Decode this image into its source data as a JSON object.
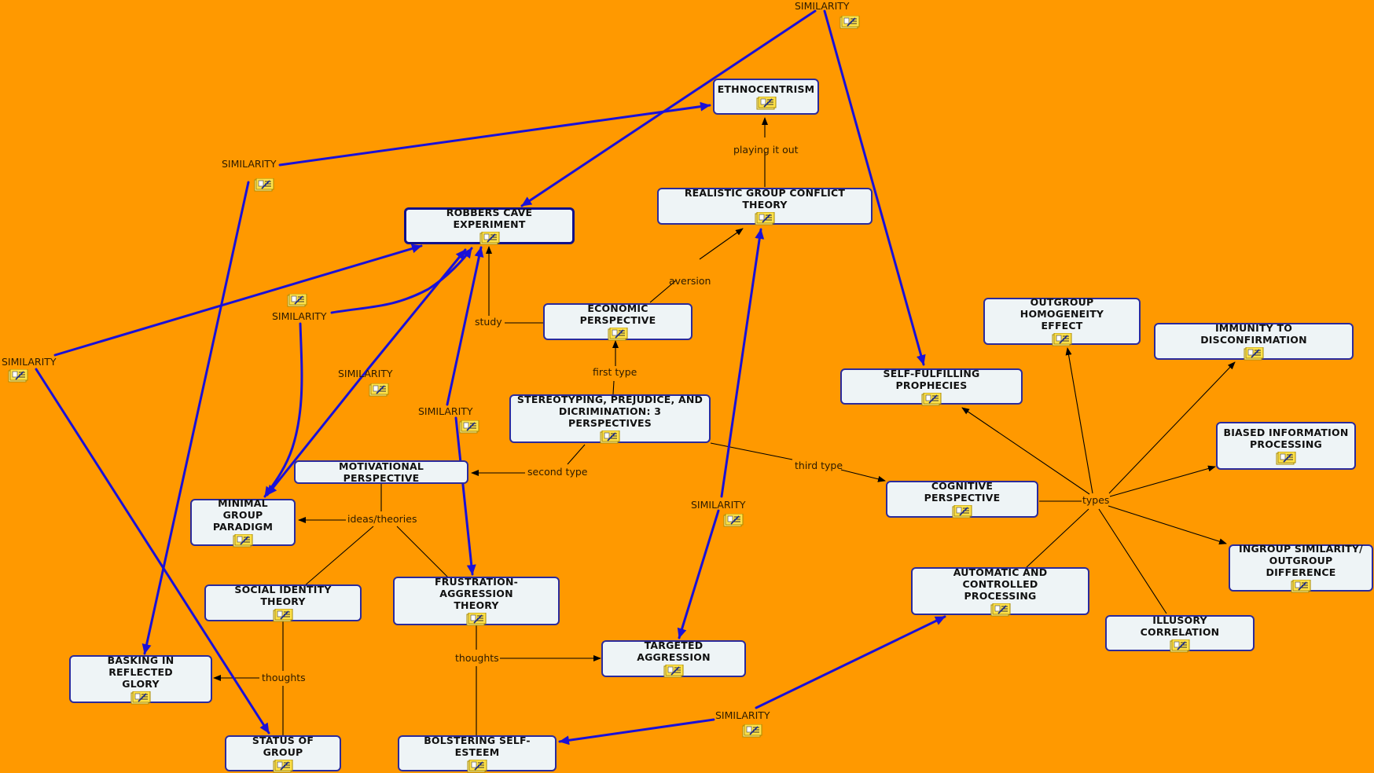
{
  "nodes": {
    "ethnocentrism": "ETHNOCENTRISM",
    "robbers_cave": "ROBBERS CAVE EXPERIMENT",
    "realistic_group": "REALISTIC GROUP CONFLICT THEORY",
    "economic": "ECONOMIC PERSPECTIVE",
    "stereotyping_line1": "STEREOTYPING, PREJUDICE, AND",
    "stereotyping_line2": "DICRIMINATION: 3 PERSPECTIVES",
    "motivational": "MOTIVATIONAL PERSPECTIVE",
    "minimal_group_line1": "MINIMAL GROUP",
    "minimal_group_line2": "PARADIGM",
    "social_identity": "SOCIAL IDENTITY THEORY",
    "frustration_line1": "FRUSTRATION-AGGRESSION",
    "frustration_line2": "THEORY",
    "basking_line1": "BASKING IN REFLECTED",
    "basking_line2": "GLORY",
    "status_group": "STATUS OF GROUP",
    "bolstering": "BOLSTERING SELF-ESTEEM",
    "targeted": "TARGETED AGGRESSION",
    "self_fulfilling": "SELF-FULFILLING PROPHECIES",
    "outgroup_homog_line1": "OUTGROUP HOMOGENEITY",
    "outgroup_homog_line2": "EFFECT",
    "immunity": "IMMUNITY TO DISCONFIRMATION",
    "biased_line1": "BIASED INFORMATION",
    "biased_line2": "PROCESSING",
    "cognitive": "COGNITIVE PERSPECTIVE",
    "ingroup_line1": "INGROUP SIMILARITY/",
    "ingroup_line2": "OUTGROUP DIFFERENCE",
    "automatic_line1": "AUTOMATIC AND CONTROLLED",
    "automatic_line2": "PROCESSING",
    "illusory": "ILLUSORY CORRELATION"
  },
  "linking_phrases": {
    "playing_it_out": "playing it out",
    "aversion": "aversion",
    "study": "study",
    "first_type": "first type",
    "second_type": "second type",
    "third_type": "third type",
    "ideas_theories": "ideas/theories",
    "thoughts_left": "thoughts",
    "thoughts_mid": "thoughts",
    "types": "types",
    "similarity_top": "SIMILARITY",
    "similarity_upper_left": "SIMILARITY",
    "similarity_mid_left": "SIMILARITY",
    "similarity_far_left": "SIMILARITY",
    "similarity_center_left": "SIMILARITY",
    "similarity_center": "SIMILARITY",
    "similarity_right_mid": "SIMILARITY",
    "similarity_bottom": "SIMILARITY"
  },
  "icons": {
    "resource": "annotation-note-icon"
  },
  "colors": {
    "background": "#ff9900",
    "node_fill": "#eef4f6",
    "node_border": "#2a2a9c",
    "crosslink": "#1a10d8",
    "link": "#000000"
  }
}
